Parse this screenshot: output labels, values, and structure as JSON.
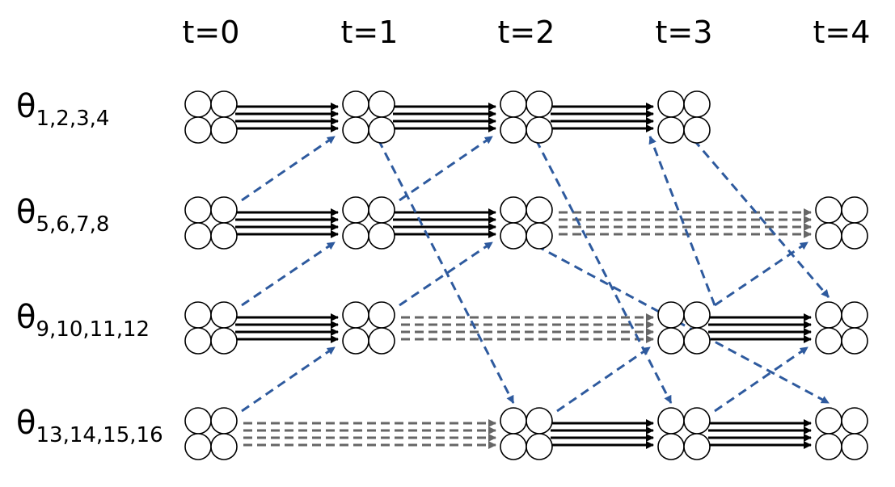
{
  "time_labels": [
    "t=0",
    "t=1",
    "t=2",
    "t=3",
    "t=4"
  ],
  "rows": [
    {
      "symbol": "θ",
      "subscript": "1,2,3,4",
      "nodes_at": [
        0,
        1,
        2,
        3
      ],
      "solid_links": [
        [
          0,
          1
        ],
        [
          1,
          2
        ],
        [
          2,
          3
        ]
      ],
      "dashed_links": []
    },
    {
      "symbol": "θ",
      "subscript": "5,6,7,8",
      "nodes_at": [
        0,
        1,
        2,
        4
      ],
      "solid_links": [
        [
          0,
          1
        ],
        [
          1,
          2
        ]
      ],
      "dashed_links": [
        [
          2,
          4
        ]
      ]
    },
    {
      "symbol": "θ",
      "subscript": "9,10,11,12",
      "nodes_at": [
        0,
        1,
        3,
        4
      ],
      "solid_links": [
        [
          0,
          1
        ],
        [
          3,
          4
        ]
      ],
      "dashed_links": [
        [
          1,
          3
        ]
      ]
    },
    {
      "symbol": "θ",
      "subscript": "13,14,15,16",
      "nodes_at": [
        0,
        2,
        3,
        4
      ],
      "solid_links": [
        [
          2,
          3
        ],
        [
          3,
          4
        ]
      ],
      "dashed_links": [
        [
          0,
          2
        ]
      ]
    }
  ],
  "exchanges": [
    {
      "from_row": 1,
      "from_t": 0,
      "to_row": 0,
      "to_t": 1
    },
    {
      "from_row": 2,
      "from_t": 0,
      "to_row": 1,
      "to_t": 1
    },
    {
      "from_row": 3,
      "from_t": 0,
      "to_row": 2,
      "to_t": 1
    },
    {
      "from_row": 1,
      "from_t": 1,
      "to_row": 0,
      "to_t": 2
    },
    {
      "from_row": 2,
      "from_t": 1,
      "to_row": 1,
      "to_t": 2
    },
    {
      "from_row": 0,
      "from_t": 1,
      "to_row": 3,
      "to_t": 2
    },
    {
      "from_row": 2,
      "from_t": 3,
      "to_row": 0,
      "to_t": 3
    },
    {
      "from_row": 0,
      "from_t": 2,
      "to_row": 3,
      "to_t": 3
    },
    {
      "from_row": 3,
      "from_t": 2,
      "to_row": 2,
      "to_t": 3
    },
    {
      "from_row": 0,
      "from_t": 3,
      "to_row": 2,
      "to_t": 4
    },
    {
      "from_row": 2,
      "from_t": 3,
      "to_row": 1,
      "to_t": 4
    },
    {
      "from_row": 1,
      "from_t": 2,
      "to_row": 3,
      "to_t": 4
    },
    {
      "from_row": 3,
      "from_t": 3,
      "to_row": 2,
      "to_t": 4
    }
  ],
  "colors": {
    "solid_arrow": "#000000",
    "dashed_arrow": "#666666",
    "exchange_arrow": "#2e5a9e",
    "node_stroke": "#000000",
    "node_fill": "#ffffff"
  }
}
